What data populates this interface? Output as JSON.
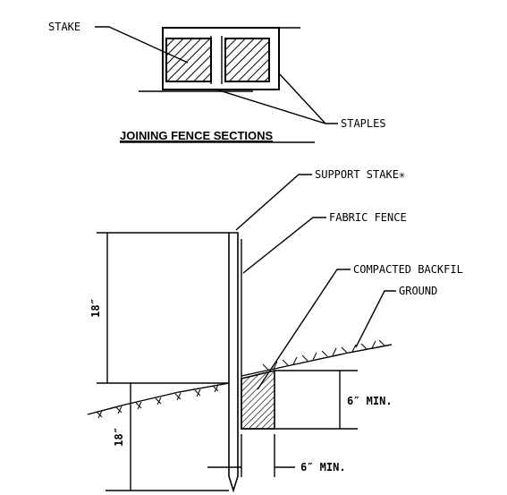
{
  "labels": {
    "stake": "STAKE",
    "staples": "STAPLES",
    "joining_title": "JOINING FENCE SECTIONS",
    "support_stake": "SUPPORT STAKE✳",
    "fabric_fence": "FABRIC FENCE",
    "compacted_backfill": "COMPACTED BACKFIL",
    "ground": "GROUND"
  },
  "dimensions": {
    "fence_height": "18″",
    "stake_embed": "18″",
    "trench_depth": "6″ MIN.",
    "trench_width": "6″ MIN."
  }
}
